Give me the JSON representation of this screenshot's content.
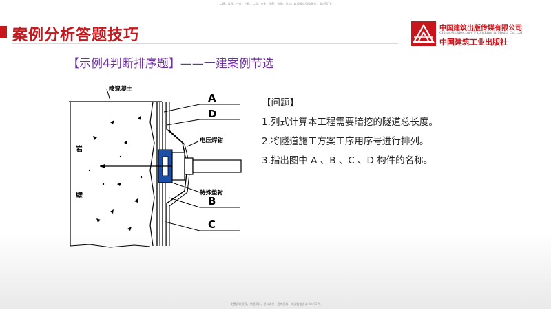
{
  "header": {
    "top_small_text": "二建、监理、一造、一建、二造、安全、消防、咨询、造价，欢迎微信/QQ/微信：3849176",
    "title": "案例分析答题技巧",
    "publisher_cn": "中国建筑出版传媒有限公司",
    "publisher_en": "China Architecture Publishing & Media Co.,Ltd",
    "publisher_calligraphy": "中国建筑工业出版社"
  },
  "subtitle": "【示例4判断排序题】——一建案例节选",
  "figure": {
    "labels": {
      "shotcrete": "喷混凝土",
      "a": "A",
      "d": "D",
      "welder": "电压焊钳",
      "special_gasket": "特殊垫衬",
      "b": "B",
      "c": "C",
      "rock_1": "岩",
      "rock_2": "壁"
    }
  },
  "questions": {
    "heading": "【问题】",
    "items": [
      "1.列式计算本工程需要暗挖的隧道总长度。",
      "2.将隧道施工方案工序用序号进行排列。",
      "3.指出图中 A 、B 、C 、D 构件的名称。"
    ]
  },
  "footer": {
    "bottom_small_text": "免费建筑资源，押题资料，讲义课件，题库资料，欢迎微信咨询 3849176"
  },
  "colors": {
    "brand_red": "#c8161d",
    "subtitle_purple": "#7030a0"
  }
}
